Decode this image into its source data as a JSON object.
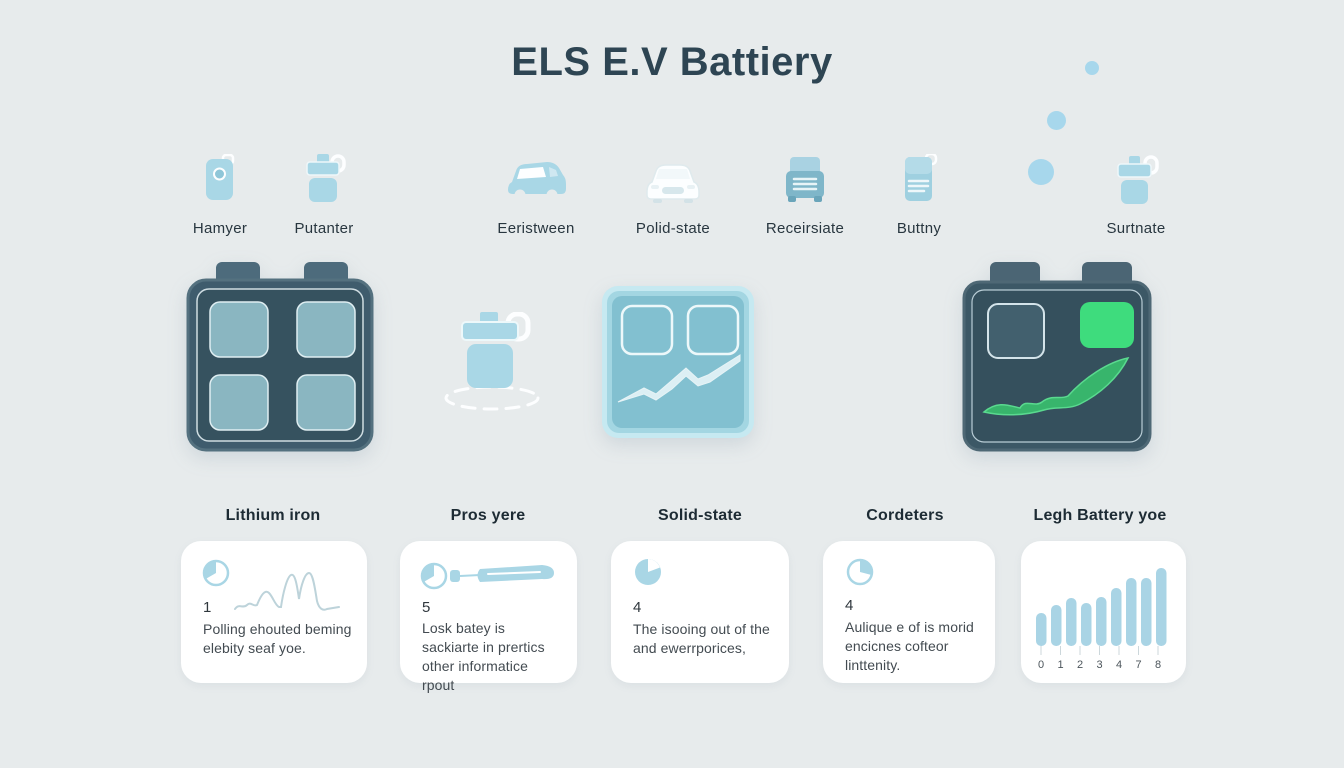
{
  "title": "ELS E.V Battiery",
  "colors": {
    "background": "#e7ebec",
    "title_text": "#2e4553",
    "accent_light_blue": "#a9d6e6",
    "battery_dark_slate": "#3f5c6d",
    "battery_cell_blue": "#8ab6c1",
    "battery_light_blue": "#82c0d0",
    "green_accent": "#3edc7d",
    "green_wave": "#38b56c",
    "card_background": "#ffffff",
    "card_text": "#434b51",
    "bar_blue": "#a9d4e5"
  },
  "icon_row": {
    "items": [
      {
        "label": "Hamyer",
        "icon": "battery-cell-icon"
      },
      {
        "label": "Putanter",
        "icon": "canister-icon"
      },
      {
        "label": "Eeristween",
        "icon": "car-side-icon"
      },
      {
        "label": "Polid-state",
        "icon": "car-front-icon"
      },
      {
        "label": "Receirsiate",
        "icon": "truck-front-icon"
      },
      {
        "label": "Buttny",
        "icon": "battery-lines-icon"
      },
      {
        "label": "Surtnate",
        "icon": "canister-handle-icon"
      }
    ]
  },
  "section_labels": [
    "Lithium iron",
    "Pros yere",
    "Solid-state",
    "Cordeters",
    "Legh Battery yoe"
  ],
  "cards": [
    {
      "number": "1",
      "text": "Polling ehouted beming elebity seaf yoe."
    },
    {
      "number": "5",
      "text": "Losk batey is sackiarte in prertics other informatice rpout"
    },
    {
      "number": "4",
      "text": "The isooing out of the and ewerrporices,"
    },
    {
      "number": "4",
      "text": "Aulique e of is morid encicnes cofteor linttenity."
    },
    {
      "chart": {
        "type": "bar",
        "values": [
          33,
          41,
          48,
          43,
          49,
          58,
          68,
          68,
          78
        ],
        "tick_labels": [
          "0",
          "1",
          "2",
          "3",
          "4",
          "7",
          "8"
        ]
      }
    }
  ]
}
